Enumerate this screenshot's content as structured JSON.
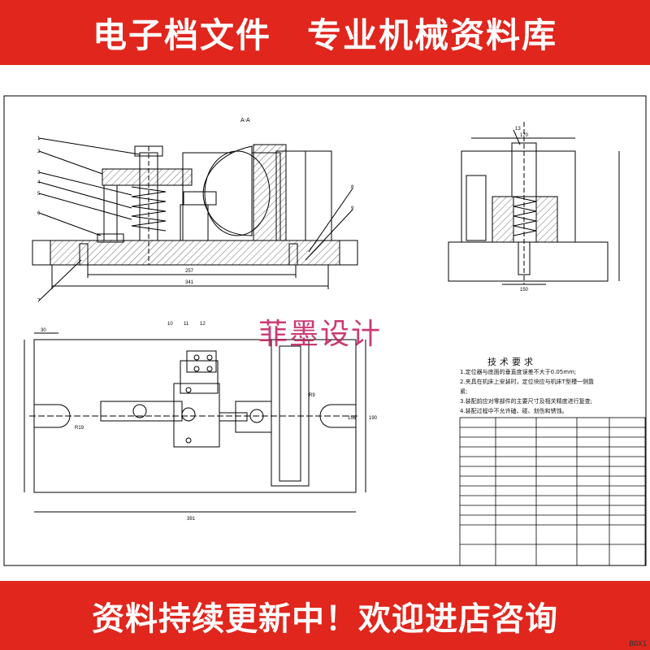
{
  "banner_top": {
    "left_text": "电子档文件",
    "right_text": "专业机械资料库"
  },
  "banner_bottom": {
    "text": "资料持续更新中！欢迎进店咨询"
  },
  "watermark": "菲墨设计",
  "section_label": "A-A",
  "technical_requirements": {
    "title": "技术要求",
    "lines": [
      "1.定位器与底面的垂直度误差不大于0.05mm;",
      "2.夹具在机床上安装时，定位块应与机床T型槽一侧靠",
      "紧;",
      "3.装配前应对零部件的主要尺寸及相关精度进行复查;",
      "4.装配过程中不允许磕、碰、划伤和锈蚀。"
    ]
  },
  "dimensions": {
    "front_257": "257",
    "front_341": "341",
    "plan_391": "391",
    "side_170": "170",
    "side_150": "150",
    "plan_30": "30",
    "plan_156": "156",
    "plan_190": "190",
    "plan_r19": "R19",
    "plan_r9": "R9"
  },
  "part_numbers": [
    "1",
    "2",
    "3",
    "4",
    "5",
    "6",
    "7",
    "8",
    "9",
    "10",
    "11",
    "12",
    "13"
  ],
  "corner_stamp": "BOX1",
  "colors": {
    "banner": "#e0261d",
    "watermark": "#c2185b",
    "line": "#000000"
  }
}
